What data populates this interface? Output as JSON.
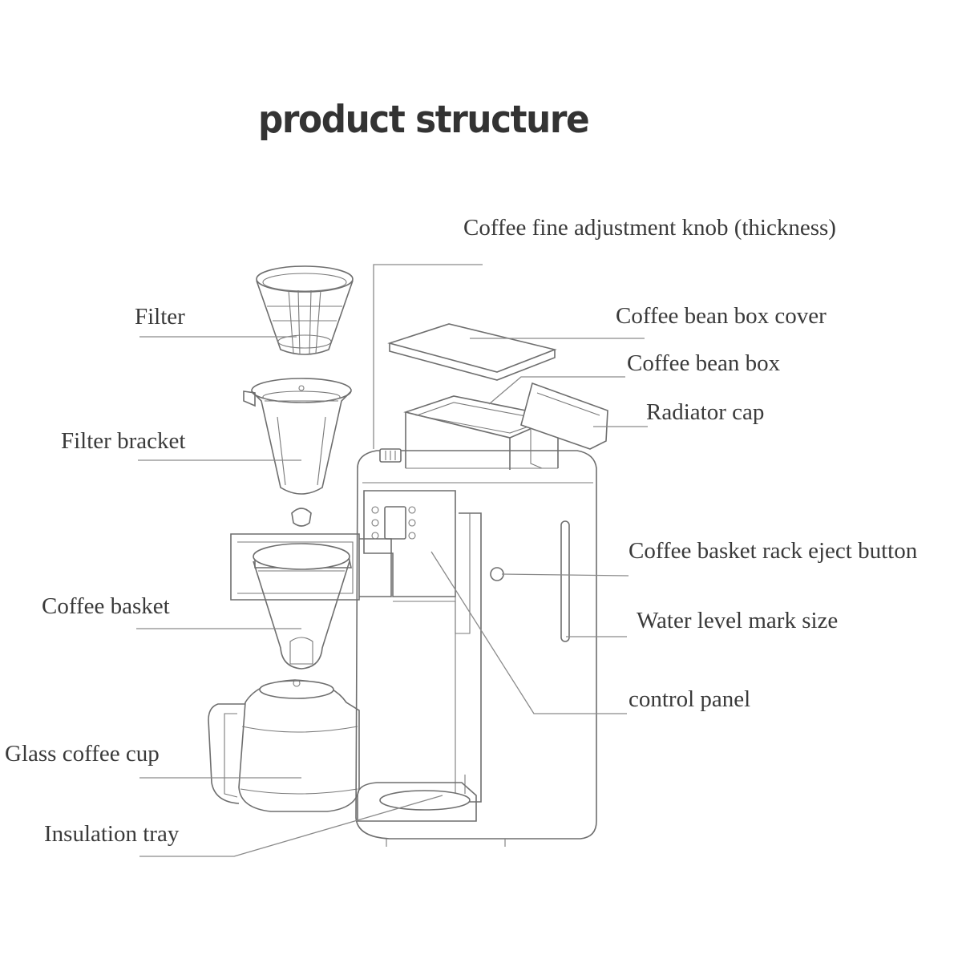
{
  "diagram": {
    "title": "product structure",
    "labels": {
      "filter": "Filter",
      "filter_bracket": "Filter bracket",
      "coffee_basket": "Coffee basket",
      "glass_coffee_cup": "Glass coffee cup",
      "insulation_tray": "Insulation tray",
      "fine_adjustment_knob": "Coffee fine adjustment knob (thickness)",
      "bean_box_cover": "Coffee bean box cover",
      "bean_box": "Coffee bean box",
      "radiator_cap": "Radiator cap",
      "eject_button": "Coffee basket rack eject button",
      "water_level_mark": "Water level mark size",
      "control_panel": "control panel"
    },
    "colors": {
      "text": "#3a3a3a",
      "title": "#333333",
      "line": "#8a8a8a"
    }
  }
}
